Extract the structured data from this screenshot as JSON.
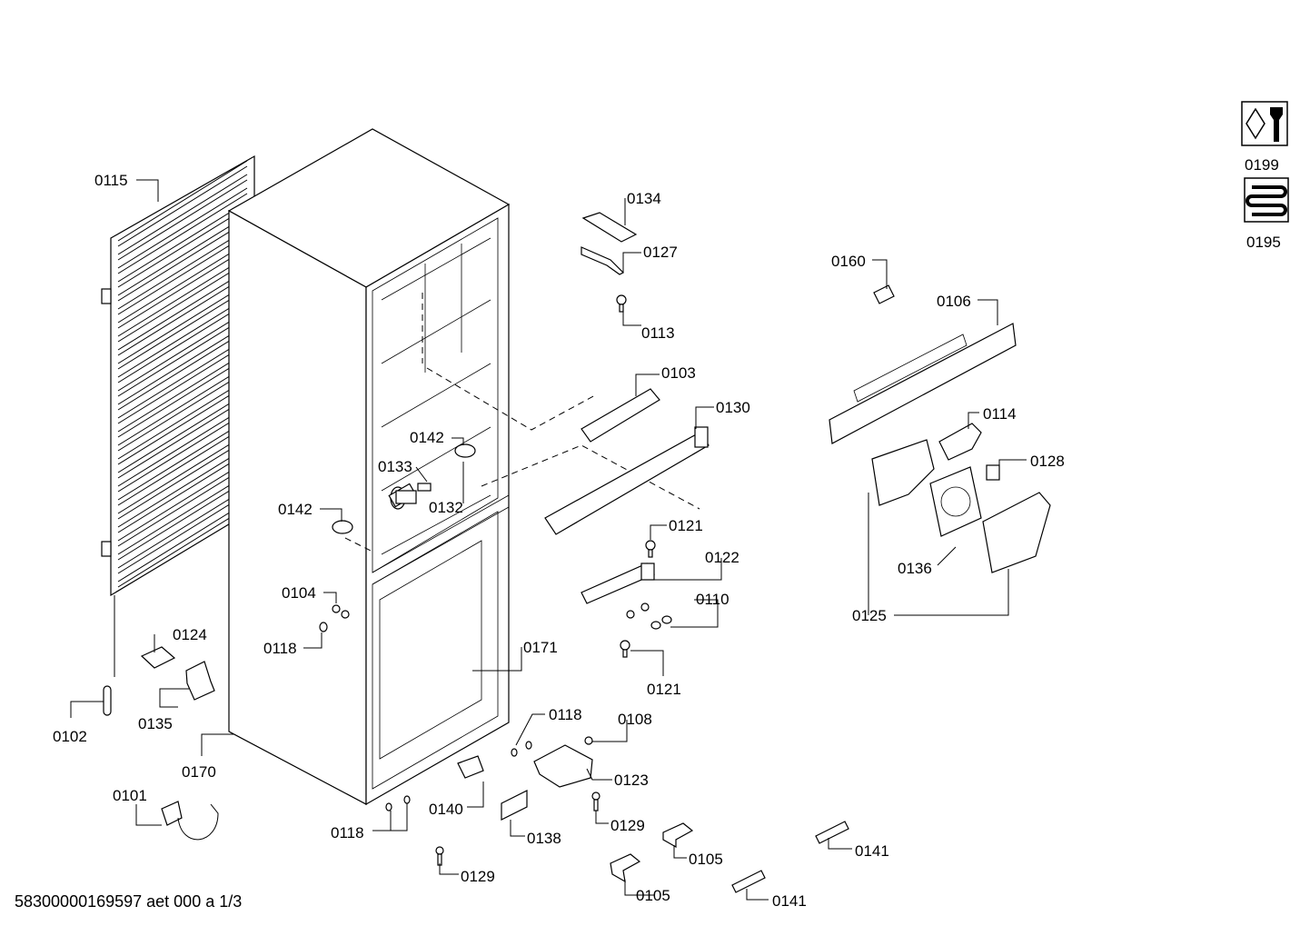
{
  "document_id": "58300000169597 aet 000 a 1/3",
  "part_labels": {
    "p0101": "0101",
    "p0102": "0102",
    "p0103": "0103",
    "p0104": "0104",
    "p0105a": "0105",
    "p0105b": "0105",
    "p0106": "0106",
    "p0108": "0108",
    "p0110": "0110",
    "p0113": "0113",
    "p0114": "0114",
    "p0115": "0115",
    "p0118a": "0118",
    "p0118b": "0118",
    "p0118c": "0118",
    "p0121a": "0121",
    "p0121b": "0121",
    "p0122": "0122",
    "p0123": "0123",
    "p0124": "0124",
    "p0125": "0125",
    "p0127": "0127",
    "p0128": "0128",
    "p0129a": "0129",
    "p0129b": "0129",
    "p0130": "0130",
    "p0132": "0132",
    "p0133": "0133",
    "p0134": "0134",
    "p0135": "0135",
    "p0136": "0136",
    "p0138": "0138",
    "p0140": "0140",
    "p0141a": "0141",
    "p0141b": "0141",
    "p0142a": "0142",
    "p0142b": "0142",
    "p0160": "0160",
    "p0170": "0170",
    "p0171": "0171",
    "p0195": "0195",
    "p0199": "0199"
  },
  "icons": {
    "service_tool": "wrench-nut-icon",
    "condenser_coil": "coil-icon"
  }
}
